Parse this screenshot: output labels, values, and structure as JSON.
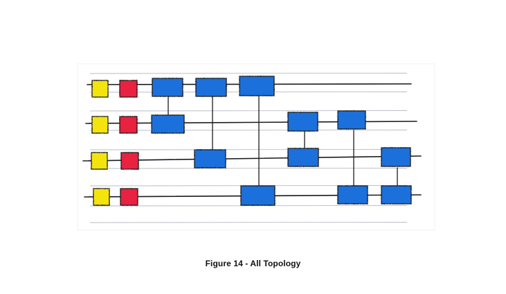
{
  "figure": {
    "caption": "Figure 14 - All Topology"
  },
  "colors": {
    "yellow": "#f4e411",
    "red": "#e8233f",
    "blue": "#1f6fdc",
    "wire": "#1a1a1a",
    "paper_line": "#b9bcc4"
  },
  "diagram": {
    "rows": 4,
    "blocks_per_row": [
      [
        "yellow",
        "red",
        "blue",
        "blue",
        "blue"
      ],
      [
        "yellow",
        "red",
        "blue",
        "blue",
        "blue"
      ],
      [
        "yellow",
        "red",
        "blue",
        "blue",
        "blue"
      ],
      [
        "yellow",
        "red",
        "blue",
        "blue",
        "blue"
      ]
    ]
  }
}
